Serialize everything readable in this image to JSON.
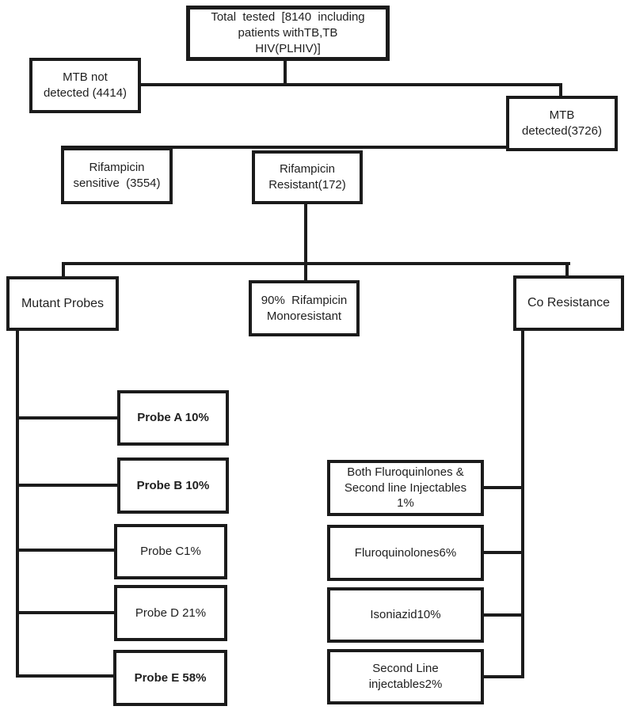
{
  "diagram": {
    "title": "TB GeneXpert testing results flowchart",
    "background_color": "#ffffff",
    "line_color": "#1b1b1b",
    "nodes": {
      "total": {
        "text": "Total  tested  [8140  including\npatients withTB,TB\nHIV(PLHIV)]"
      },
      "mtb_not_detected": {
        "text": "MTB not\ndetected (4414)"
      },
      "mtb_detected": {
        "text": "MTB\ndetected(3726)"
      },
      "rif_sensitive": {
        "text": "Rifampicin\nsensitive  (3554)"
      },
      "rif_resistant": {
        "text": "Rifampicin\nResistant(172)"
      },
      "mutant_probes": {
        "text": "Mutant Probes"
      },
      "monoresistant": {
        "text": "90%  Rifampicin\nMonoresistant"
      },
      "co_resistance": {
        "text": "Co Resistance"
      },
      "probe_a": {
        "text": "Probe A 10%"
      },
      "probe_b": {
        "text": "Probe B 10%"
      },
      "probe_c": {
        "text": "Probe C1%"
      },
      "probe_d": {
        "text": "Probe D 21%"
      },
      "probe_e": {
        "text": "Probe E 58%"
      },
      "both_fluro": {
        "text": "Both Fluroquinlones &\nSecond line Injectables\n1%"
      },
      "fluroquinolones": {
        "text": "Fluroquinolones6%"
      },
      "isoniazid": {
        "text": "Isoniazid10%"
      },
      "second_line": {
        "text": "Second Line\ninjectables2%"
      }
    }
  }
}
